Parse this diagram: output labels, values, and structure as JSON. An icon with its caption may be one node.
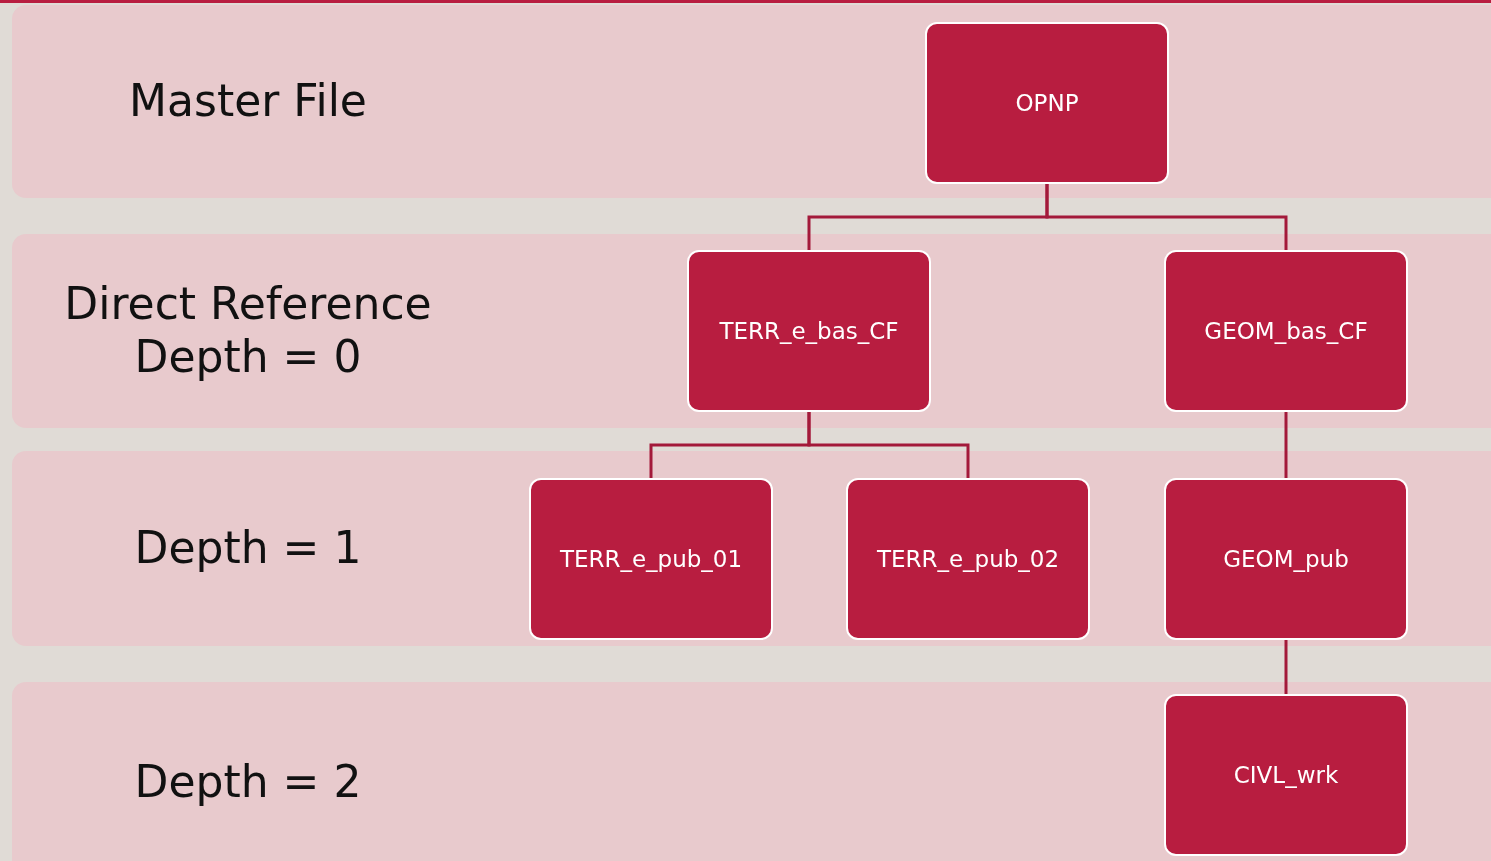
{
  "diagram": {
    "nodes": [
      {
        "text": [
          "Master File"
        ]
      },
      {
        "text": [
          "OPNP"
        ],
        "in": 0
      },
      {
        "text": [
          "Direct Reference Depth = 0"
        ]
      },
      {
        "text": [
          "TERR_e_bas_CF"
        ],
        "in": 2
      },
      {
        "text": [
          "GEOM_bas_CF"
        ],
        "in": 2
      },
      {
        "text": [
          "Depth = 1"
        ]
      },
      {
        "text": [
          "TERR_e_pub_01"
        ],
        "in": 5
      },
      {
        "text": [
          "TERR_e_pub_02"
        ],
        "in": 5
      },
      {
        "text": [
          "GEOM_pub"
        ],
        "in": 5
      },
      {
        "text": [
          "Depth = 2"
        ]
      },
      {
        "text": [
          "CIVL_wrk"
        ],
        "in": 9
      }
    ],
    "edges": [
      {
        "from": 1,
        "to": 3,
        "arrow": "none"
      },
      {
        "from": 1,
        "to": 4,
        "arrow": "none"
      },
      {
        "from": 3,
        "to": 6,
        "arrow": "none"
      },
      {
        "from": 3,
        "to": 7,
        "arrow": "none"
      },
      {
        "from": 4,
        "to": 8,
        "arrow": "none"
      },
      {
        "from": 8,
        "to": 10,
        "arrow": "none"
      }
    ]
  }
}
